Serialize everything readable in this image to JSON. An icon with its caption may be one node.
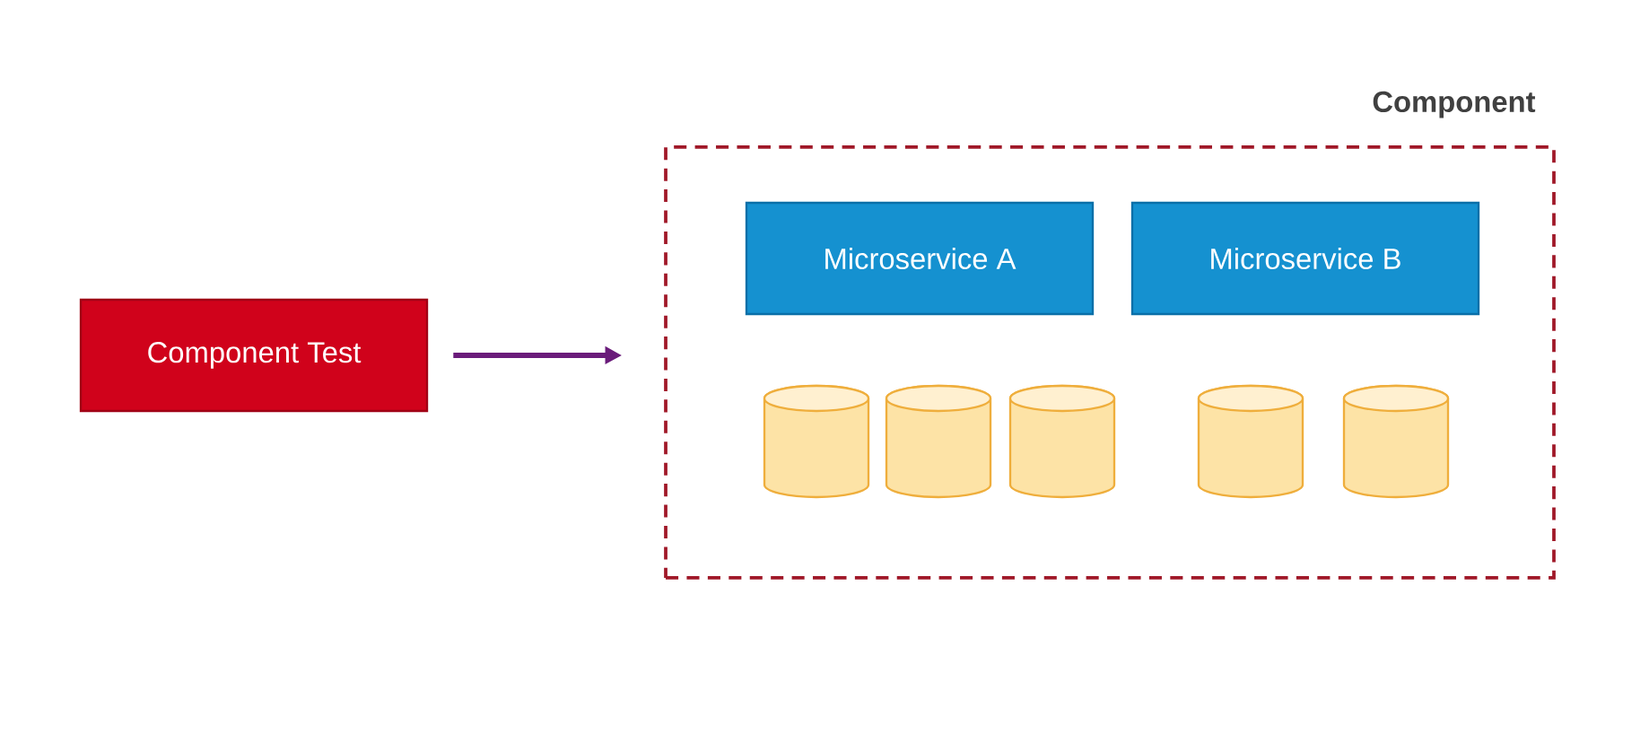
{
  "diagram": {
    "nodes": [
      {
        "text": [
          "Component Test"
        ]
      },
      {
        "text": [
          "Component"
        ]
      },
      {
        "text": [
          "Microservice A"
        ],
        "in": 1
      },
      {
        "text": [
          "Microservice B"
        ],
        "in": 1
      },
      {
        "text": [],
        "shape": "cylinder",
        "in": 1
      },
      {
        "text": [],
        "shape": "cylinder",
        "in": 1
      },
      {
        "text": [],
        "shape": "cylinder",
        "in": 1
      },
      {
        "text": [],
        "shape": "cylinder",
        "in": 1
      },
      {
        "text": [],
        "shape": "cylinder",
        "in": 1
      }
    ],
    "edges": [
      {
        "from": 0,
        "to": 1,
        "arrow": "to"
      }
    ]
  }
}
